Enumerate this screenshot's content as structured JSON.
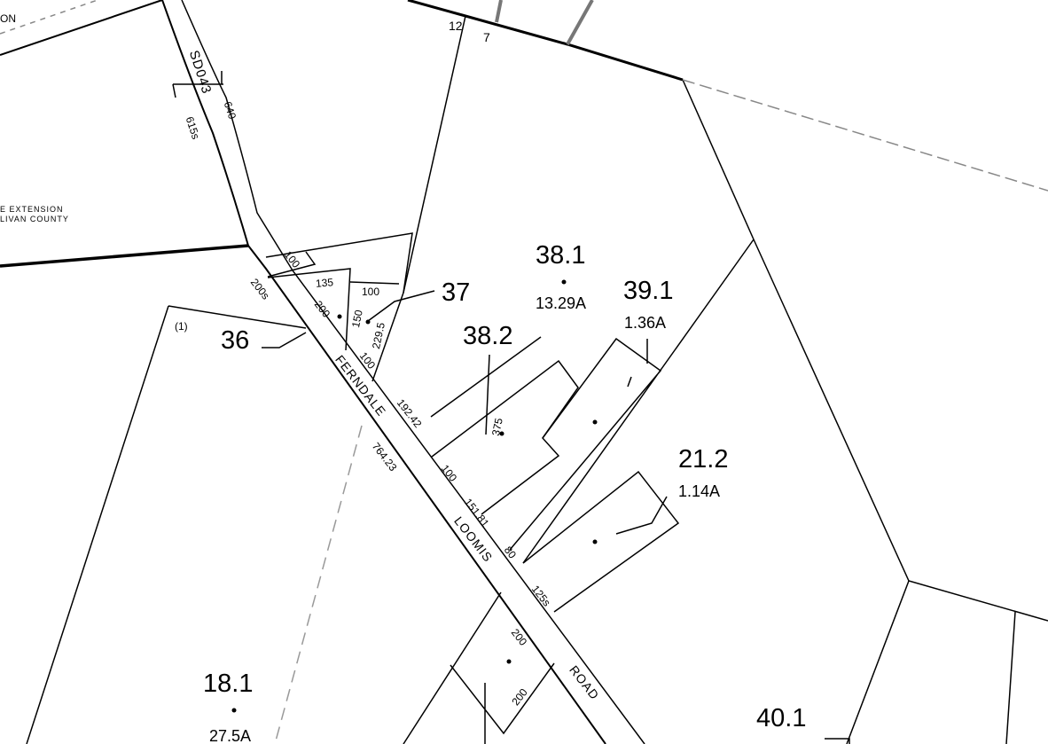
{
  "map": {
    "colors": {
      "line": "#000000",
      "dashed": "#888888",
      "background": "#ffffff"
    },
    "parcels": [
      {
        "id": "38.1",
        "area": "13.29A"
      },
      {
        "id": "39.1",
        "area": "1.36A"
      },
      {
        "id": "38.2"
      },
      {
        "id": "37"
      },
      {
        "id": "36"
      },
      {
        "id": "21.2",
        "area": "1.14A"
      },
      {
        "id": "18.1",
        "area": "27.5A"
      },
      {
        "id": "40.1"
      }
    ],
    "roads": {
      "ferndale": "FERNDALE",
      "loomis": "LOOMIS",
      "road": "ROAD",
      "sd": "SD043"
    },
    "dimensions": {
      "d640": "640",
      "d615s": "615s",
      "d100a": "100",
      "d200s": "200s",
      "d135": "135",
      "d100b": "100",
      "d200": "200",
      "d150": "150",
      "d229": "229.5",
      "d100c": "100",
      "d192": "192.42",
      "d764": "764.23",
      "d375": "375",
      "d100d": "100",
      "d151": "151.81",
      "d80": "80",
      "d125s": "125s",
      "d200b": "200",
      "d200c": "200"
    },
    "section_numbers": {
      "n12": "12",
      "n7": "7",
      "n1": "(1)"
    },
    "boundary_text": {
      "top": "ON",
      "line1": "E EXTENSION",
      "line2": "LIVAN COUNTY"
    }
  }
}
